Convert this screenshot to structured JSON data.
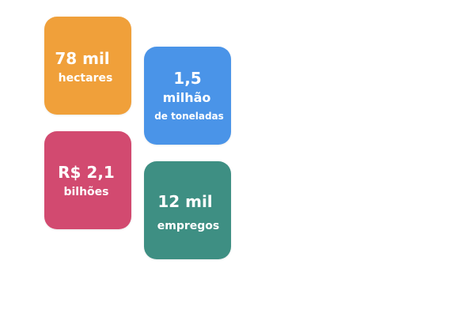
{
  "tiles": [
    {
      "color": "#f0a03a",
      "lines": [
        "78 mil",
        "hectares"
      ]
    },
    {
      "color": "#4a94e8",
      "lines": [
        "1,5",
        "milhão",
        "de toneladas"
      ]
    },
    {
      "color": "#d24a70",
      "lines": [
        "R$ 2,1",
        "bilhões"
      ]
    },
    {
      "color": "#3e8f83",
      "lines": [
        "12 mil",
        "empregos"
      ]
    }
  ]
}
